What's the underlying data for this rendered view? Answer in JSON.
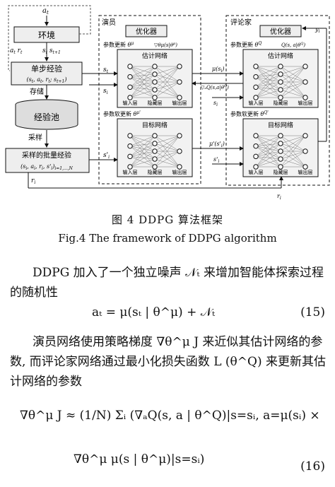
{
  "figure": {
    "env_top_label": "a_t",
    "env_box": "环境",
    "env_out_labels": {
      "a": "a_t r_t",
      "s": "s_t",
      "snext": "s_{t+1}"
    },
    "single_step": "单步经验",
    "single_step_tuple": "(s_t, a_t, r_t, s_{t+1})",
    "store": "存储",
    "pool": "经验池",
    "sample": "采样",
    "batch": "采样的批量经验",
    "batch_tuple": "(s_i, a_i, r_i, s'_i)_{i=1,...,N}",
    "r_i": "r_i",
    "actor_title": "演员",
    "critic_title": "评论家",
    "optimizer": "优化器",
    "update_actor": "参数更新 θ^μ",
    "update_critic": "参数更新 θ^Q",
    "soft_actor": "参数软更新 θ^μ'",
    "soft_critic": "参数软更新 θ^Q'",
    "estimate_net": "估计网络",
    "target_net": "目标网络",
    "layers": [
      "输入层",
      "隐藏层",
      "输出层"
    ],
    "grad_labels": {
      "actor": "▽_{θ^μ}μ(s|θ^μ)",
      "critic": "Q(s, a|θ^Q)"
    },
    "mid_labels": {
      "mu_s": "μ(s_i)",
      "q_grad": "▽_aQ(s,a|θ^Q)",
      "s_i": "s_i",
      "mu_s_prime": "μ'(s'_i)",
      "s_i_prime": "s'_i",
      "y_i": "y_i",
      "s_t": "s_t",
      "s_i_left": "s_i",
      "s_i_prime_left": "s'_i"
    }
  },
  "caption_cn": "图 4    DDPG 算法框架",
  "caption_en": "Fig.4      The framework of DDPG algorithm",
  "para1": "DDPG 加入了一个独立噪声 𝒩ₜ 来增加智能体探索过程的随机性",
  "eq15": "aₜ = μ(sₜ | θ^μ) + 𝒩ₜ",
  "eq15_num": "(15)",
  "para2": "演员网络使用策略梯度 ∇θ^μ J 来近似其估计网络的参数, 而评论家网络通过最小化损失函数 L (θ^Q) 来更新其估计网络的参数",
  "eq16_line1": "∇θ^μ J ≈ (1/N) Σᵢ (∇ₐQ(s, a | θ^Q)|s=sᵢ, a=μ(sᵢ) ×",
  "eq16_line2": "∇θ^μ μ(s | θ^μ)|s=sᵢ)",
  "eq16_num": "(16)"
}
